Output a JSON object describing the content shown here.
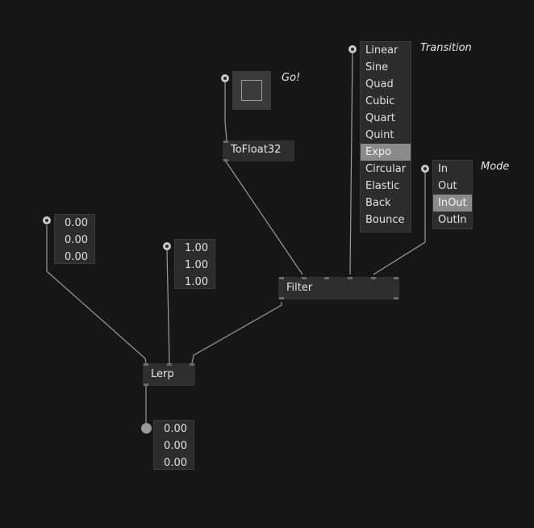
{
  "transition_list": {
    "label": "Transition",
    "items": [
      "Linear",
      "Sine",
      "Quad",
      "Cubic",
      "Quart",
      "Quint",
      "Expo",
      "Circular",
      "Elastic",
      "Back",
      "Bounce"
    ],
    "selected": "Expo"
  },
  "mode_list": {
    "label": "Mode",
    "items": [
      "In",
      "Out",
      "InOut",
      "OutIn"
    ],
    "selected": "InOut"
  },
  "toggle": {
    "label": "Go!"
  },
  "nodes": {
    "tofloat": "ToFloat32",
    "filter": "Filter",
    "lerp": "Lerp"
  },
  "vec_a": [
    "0.00",
    "0.00",
    "0.00"
  ],
  "vec_b": [
    "1.00",
    "1.00",
    "1.00"
  ],
  "vec_out": [
    "0.00",
    "0.00",
    "0.00"
  ]
}
